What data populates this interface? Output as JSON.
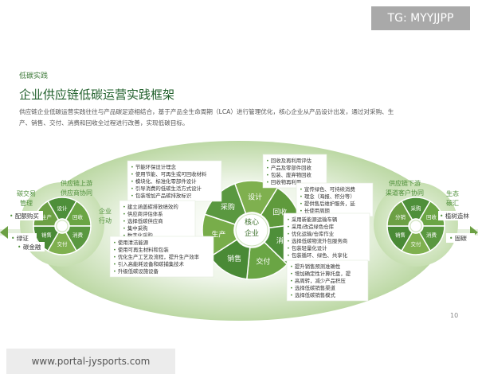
{
  "watermark_top": "TG: MYYJJPP",
  "watermark_bottom": "www.portal-jysports.com",
  "section_tag": "低碳实践",
  "title": "企业供应链低碳运营实践框架",
  "description_lines": [
    "供应链企业低碳运营实践往往与产品碳足迹相结合，基于产品全生命周期（LCA）进行管理优化，核心企业从产品设计出发，通过对采购、生",
    "产、销售、交付、消费和回收全过程进行改善，实现低碳目标。"
  ],
  "page_number": "10",
  "center": {
    "line1": "核心",
    "line2": "企业"
  },
  "core_segments": [
    "设计",
    "回收",
    "消费",
    "交付",
    "销售",
    "生产",
    "采购"
  ],
  "upstream": {
    "label_line1": "供应链上游",
    "label_line2": "供应商协同",
    "segments": [
      "设计",
      "回收",
      "消费",
      "交付",
      "销售",
      "生产"
    ]
  },
  "downstream": {
    "label_line1": "供应链下游",
    "label_line2": "渠道客户协同",
    "segments": [
      "采购",
      "回收",
      "消费",
      "交付",
      "销售",
      "分销"
    ]
  },
  "enterprise_action": {
    "line1": "企业",
    "line2": "行动"
  },
  "left_outer": {
    "label_line1": "碳交易",
    "label_line2": "管理",
    "items": [
      "配额购买",
      "绿证",
      "碳金融"
    ]
  },
  "right_outer": {
    "label_line1": "生态",
    "label_line2": "碳汇",
    "items": [
      "植树造林",
      "固碳"
    ]
  },
  "box_design": [
    "节能环保设计理念",
    "使用节能、可再生或可回收材料",
    "模块化、标准化零部件设计",
    "引导消费的低碳生活方式设计",
    "包装增加产品碳排放标识"
  ],
  "box_procurement": [
    "建立涵盖碳排放绩效的",
    "供应商评估体系",
    "选择低碳供应商",
    "集中采购",
    "数字化采购"
  ],
  "box_production": [
    "使用清洁能源",
    "使用可再生材料和包装",
    "优化生产工艺及流程，提升生产效率",
    "引入高能耗设备和碳捕集技术",
    "升级低碳设施设备"
  ],
  "box_recycling": [
    "回收及再利用评估",
    "产品及零部件回收",
    "包装、废弃物回收",
    "回收物再利用"
  ],
  "box_consumption": [
    "宣传绿色、可持续消费",
    "理念（海报、积分等）",
    "提供售后维护服务，延",
    "长使用周期"
  ],
  "box_delivery": [
    "采用新能源运输车辆",
    "采用/改造绿色仓库",
    "优化运输/仓库作业",
    "选择低碳物流外包服务商",
    "包装轻量化设计",
    "包装循环、绿色、共享化"
  ],
  "box_sales": [
    "提升销售预测准确性",
    "增加确定性计算托盘，提",
    "高周转，减少产品积压",
    "选择低碳销售渠道",
    "选择低碳销售模式"
  ],
  "colors": {
    "dark_green": "#4e8f3a",
    "mid_green": "#7fb04f",
    "light_green": "#d9ead0",
    "title_green": "#1f5f2a"
  }
}
